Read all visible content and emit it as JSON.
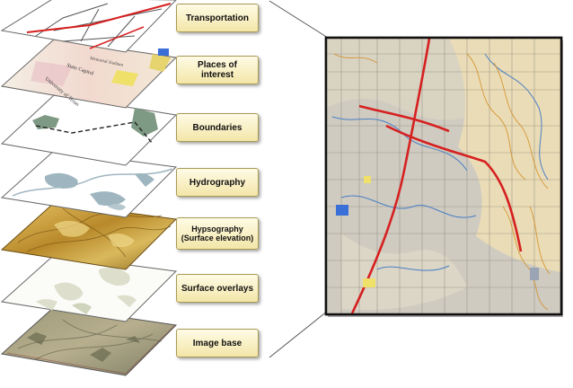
{
  "layers": [
    {
      "label": "Transportation"
    },
    {
      "label": "Places of interest"
    },
    {
      "label": "Boundaries"
    },
    {
      "label": "Hydrography"
    },
    {
      "label": "Hypsography\n(Surface elevation)"
    },
    {
      "label": "Surface overlays"
    },
    {
      "label": "Image base"
    }
  ],
  "map_text": {
    "campus": "University of Texas",
    "capitol": "State Capitol",
    "hall": "Memorial Stadium"
  },
  "colors": {
    "label_fill_top": "#fffbe6",
    "label_fill_bottom": "#f3e6a8",
    "label_border": "#a89a55",
    "road_red": "#d62020",
    "hypsography_gold": "#c9a23a",
    "hydro_blue": "#9fb6c0",
    "inset_frame": "#111111"
  }
}
